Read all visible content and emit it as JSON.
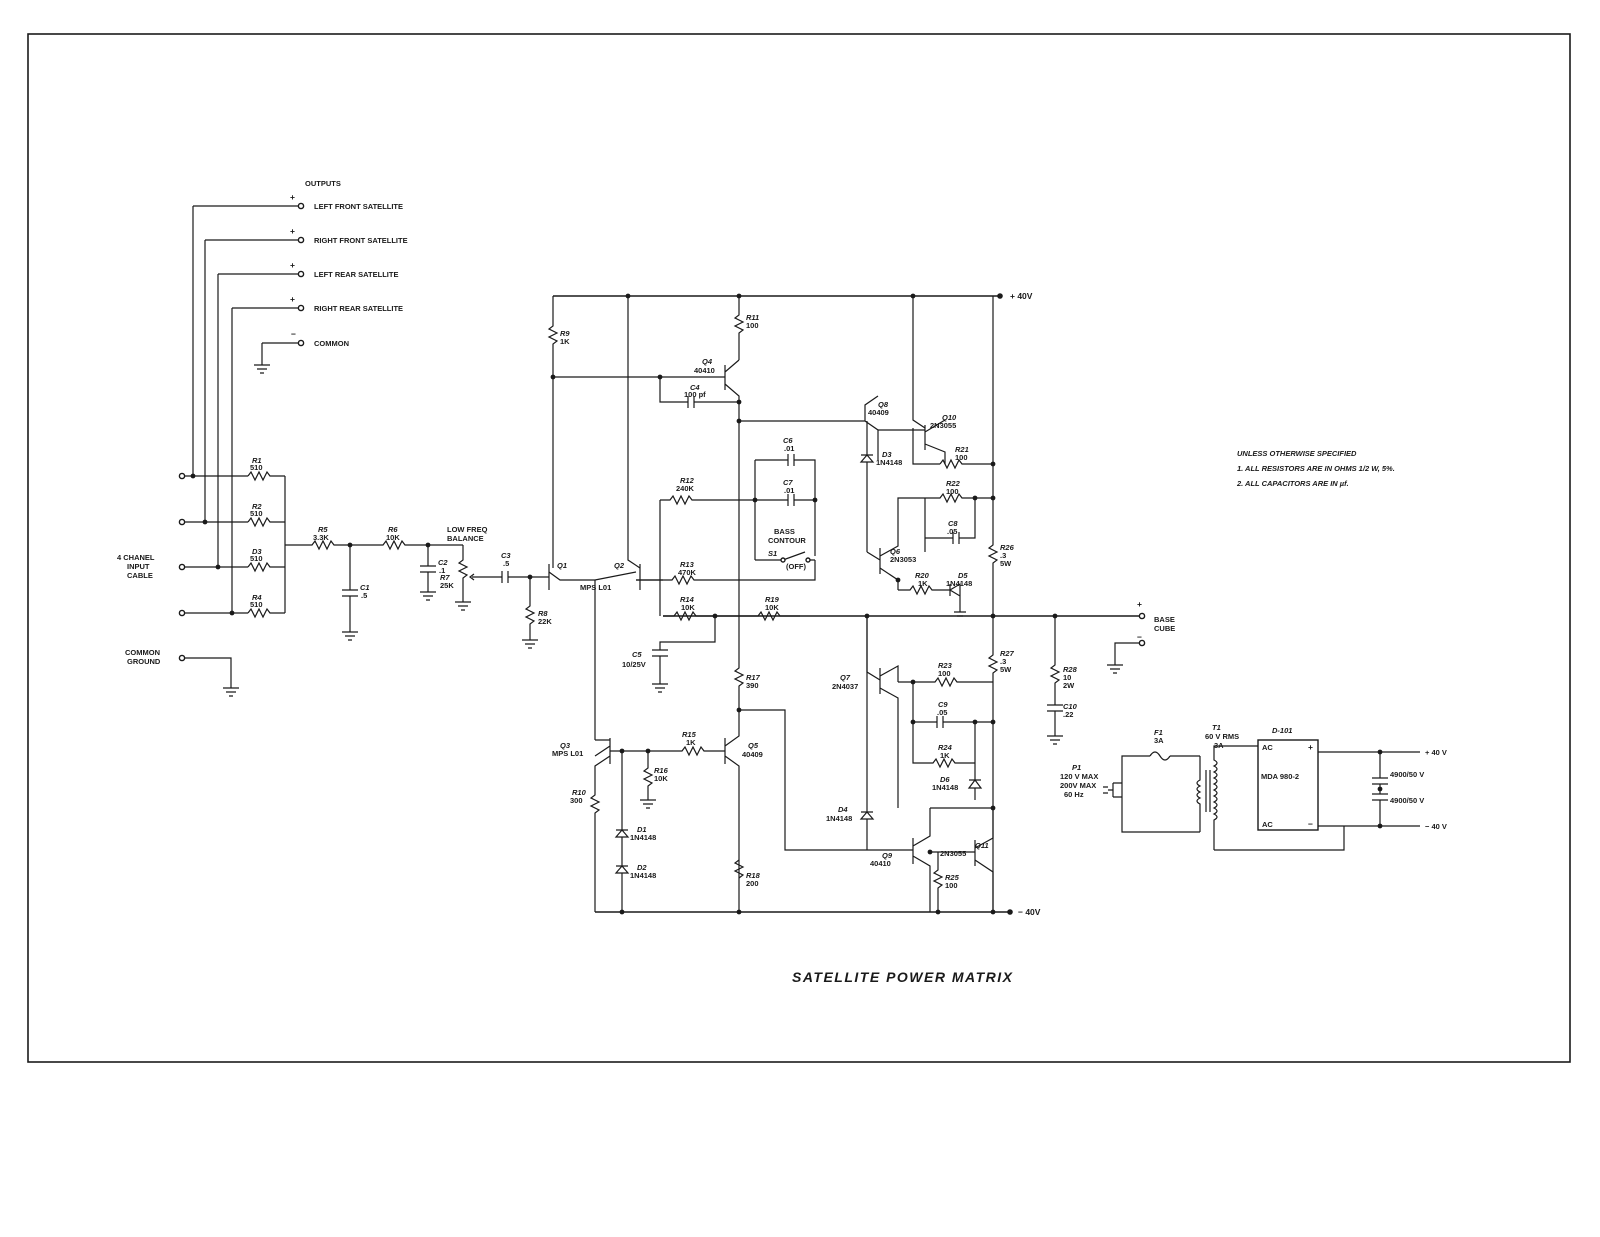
{
  "title": "SATELLITE POWER MATRIX",
  "outputs": {
    "heading": "OUTPUTS",
    "items": [
      "LEFT FRONT SATELLITE",
      "RIGHT FRONT SATELLITE",
      "LEFT REAR SATELLITE",
      "RIGHT REAR SATELLITE",
      "COMMON"
    ],
    "plus": "+",
    "minus": "−"
  },
  "input": {
    "label_lines": [
      "4 CHANEL",
      "INPUT",
      "CABLE"
    ],
    "common_ground_lines": [
      "COMMON",
      "GROUND"
    ]
  },
  "rails": {
    "pos": "+ 40V",
    "neg": "− 40V"
  },
  "notes": [
    "UNLESS OTHERWISE SPECIFIED",
    "1. ALL RESISTORS ARE IN OHMS 1/2 W, 5%.",
    "2. ALL CAPACITORS ARE IN µf."
  ],
  "base_cube": {
    "lines": [
      "BASE",
      "CUBE"
    ],
    "plus": "+",
    "minus": "−"
  },
  "low_freq": {
    "lines": [
      "LOW FREQ",
      "BALANCE"
    ]
  },
  "bass_contour": {
    "lines": [
      "BASS",
      "CONTOUR"
    ],
    "switch": "S1",
    "off": "(OFF)"
  },
  "components": {
    "R1": [
      "R1",
      "510"
    ],
    "R2": [
      "R2",
      "510"
    ],
    "R3": [
      "D3",
      "510"
    ],
    "R4": [
      "R4",
      "510"
    ],
    "R5": [
      "R5",
      "3.3K"
    ],
    "R6": [
      "R6",
      "10K"
    ],
    "R7": [
      "R7",
      "25K"
    ],
    "R8": [
      "R8",
      "22K"
    ],
    "R9": [
      "R9",
      "1K"
    ],
    "R10": [
      "R10",
      "300"
    ],
    "R11": [
      "R11",
      "100"
    ],
    "R12": [
      "R12",
      "240K"
    ],
    "R13": [
      "R13",
      "470K"
    ],
    "R14": [
      "R14",
      "10K"
    ],
    "R15": [
      "R15",
      "1K"
    ],
    "R16": [
      "R16",
      "10K"
    ],
    "R17": [
      "R17",
      "390"
    ],
    "R18": [
      "R18",
      "200"
    ],
    "R19": [
      "R19",
      "10K"
    ],
    "R20": [
      "R20",
      "1K"
    ],
    "R21": [
      "R21",
      "100"
    ],
    "R22": [
      "R22",
      "100"
    ],
    "R23": [
      "R23",
      "100"
    ],
    "R24": [
      "R24",
      "1K"
    ],
    "R25": [
      "R25",
      "100"
    ],
    "R26": [
      "R26",
      ".3",
      "5W"
    ],
    "R27": [
      "R27",
      ".3",
      "5W"
    ],
    "R28": [
      "R28",
      "10",
      "2W"
    ],
    "C1": [
      "C1",
      ".5"
    ],
    "C2": [
      "C2",
      ".1"
    ],
    "C3": [
      "C3",
      ".5"
    ],
    "C4": [
      "C4",
      "100 pf"
    ],
    "C5": [
      "C5",
      "10/25V"
    ],
    "C6": [
      "C6",
      ".01"
    ],
    "C7": [
      "C7",
      ".01"
    ],
    "C8": [
      "C8",
      ".05"
    ],
    "C9": [
      "C9",
      ".05"
    ],
    "C10": [
      "C10",
      ".22"
    ],
    "Q1": [
      "Q1"
    ],
    "Q2": [
      "Q2"
    ],
    "Q12": [
      "MPS L01"
    ],
    "Q3": [
      "Q3",
      "MPS L01"
    ],
    "Q4": [
      "Q4",
      "40410"
    ],
    "Q5": [
      "Q5",
      "40409"
    ],
    "Q6": [
      "Q6",
      "2N3053"
    ],
    "Q7": [
      "Q7",
      "2N4037"
    ],
    "Q8": [
      "Q8",
      "40409"
    ],
    "Q9": [
      "Q9",
      "40410"
    ],
    "Q10": [
      "Q10",
      "2N3055"
    ],
    "Q11": [
      "Q11",
      "2N3055"
    ],
    "D1": [
      "D1",
      "1N4148"
    ],
    "D2": [
      "D2",
      "1N4148"
    ],
    "D3": [
      "D3",
      "1N4148"
    ],
    "D4": [
      "D4",
      "1N4148"
    ],
    "D5": [
      "D5",
      "1N4148"
    ],
    "D6": [
      "D6",
      "1N4148"
    ]
  },
  "psu": {
    "P1": [
      "P1",
      "120 V MAX",
      "200V MAX",
      "60 Hz"
    ],
    "F1": [
      "F1",
      "3A"
    ],
    "T1": [
      "T1",
      "60 V RMS",
      "3A"
    ],
    "D101": [
      "D-101"
    ],
    "bridge": [
      "AC",
      "MDA 980-2",
      "AC",
      "+",
      "−"
    ],
    "caps": [
      "4900/50 V",
      "4900/50 V"
    ],
    "out_pos": "+ 40 V",
    "out_neg": "− 40 V"
  }
}
